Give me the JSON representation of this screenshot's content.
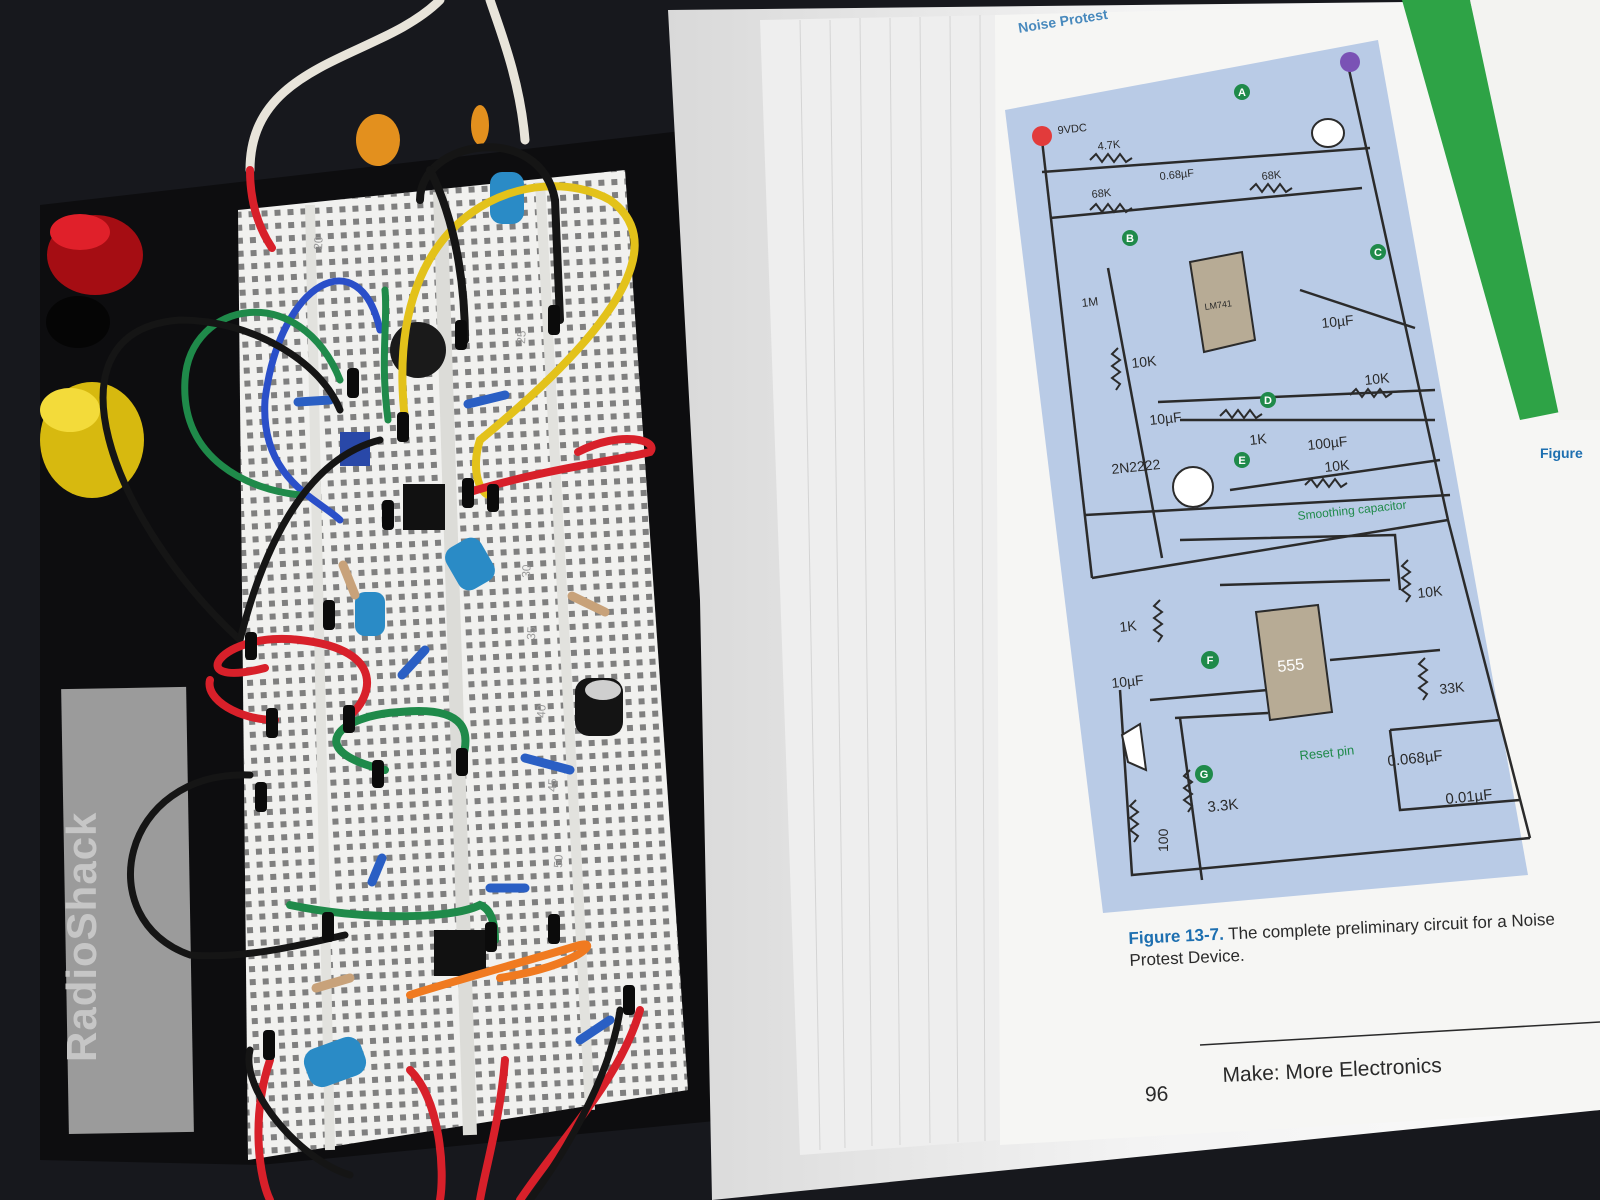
{
  "book": {
    "heading": "Noise Protest",
    "figure_label": "Figure 13-7.",
    "figure_caption": "The complete preliminary circuit for a Noise Protest Device.",
    "page_number": "96",
    "running_footer": "Make: More Electronics",
    "side_figure_label": "Figure"
  },
  "schematic": {
    "supply": "9VDC",
    "test_points": [
      "A",
      "B",
      "C",
      "D",
      "E",
      "F",
      "G"
    ],
    "labels": {
      "r_4_7k": "4.7K",
      "c_0_68uf": "0.68µF",
      "r_68k_a": "68K",
      "r_68k_b": "68K",
      "pot_1m": "1M",
      "opamp": "LM741",
      "c_10uf_a": "10µF",
      "r_10k_a": "10K",
      "c_10uf_b": "10µF",
      "r_1k_a": "1K",
      "r_10k_b": "10K",
      "c_100uf": "100µF",
      "transistor": "2N2222",
      "r_10k_c": "10K",
      "smoothing": "Smoothing capacitor",
      "r_1k_b": "1K",
      "r_10k_d": "10K",
      "timer": "555",
      "c_10uf_c": "10µF",
      "r_33k": "33K",
      "reset_pin": "Reset pin",
      "c_0_068uf": "0.068µF",
      "r_3_3k": "3.3K",
      "c_0_01uf": "0.01µF",
      "r_100": "100"
    }
  },
  "breadboard": {
    "brand": "RadioShack",
    "row_numbers": [
      "20",
      "25",
      "30",
      "35",
      "40",
      "45",
      "50"
    ]
  },
  "colors": {
    "wire_red": "#d8202a",
    "wire_green": "#1f8a4a",
    "wire_blue": "#2a4fc9",
    "wire_yellow": "#e3c21a",
    "wire_black": "#151515",
    "wire_orange": "#f07a20",
    "schematic_bg": "#b9cbe6",
    "accent_blue": "#1d6fb0"
  }
}
